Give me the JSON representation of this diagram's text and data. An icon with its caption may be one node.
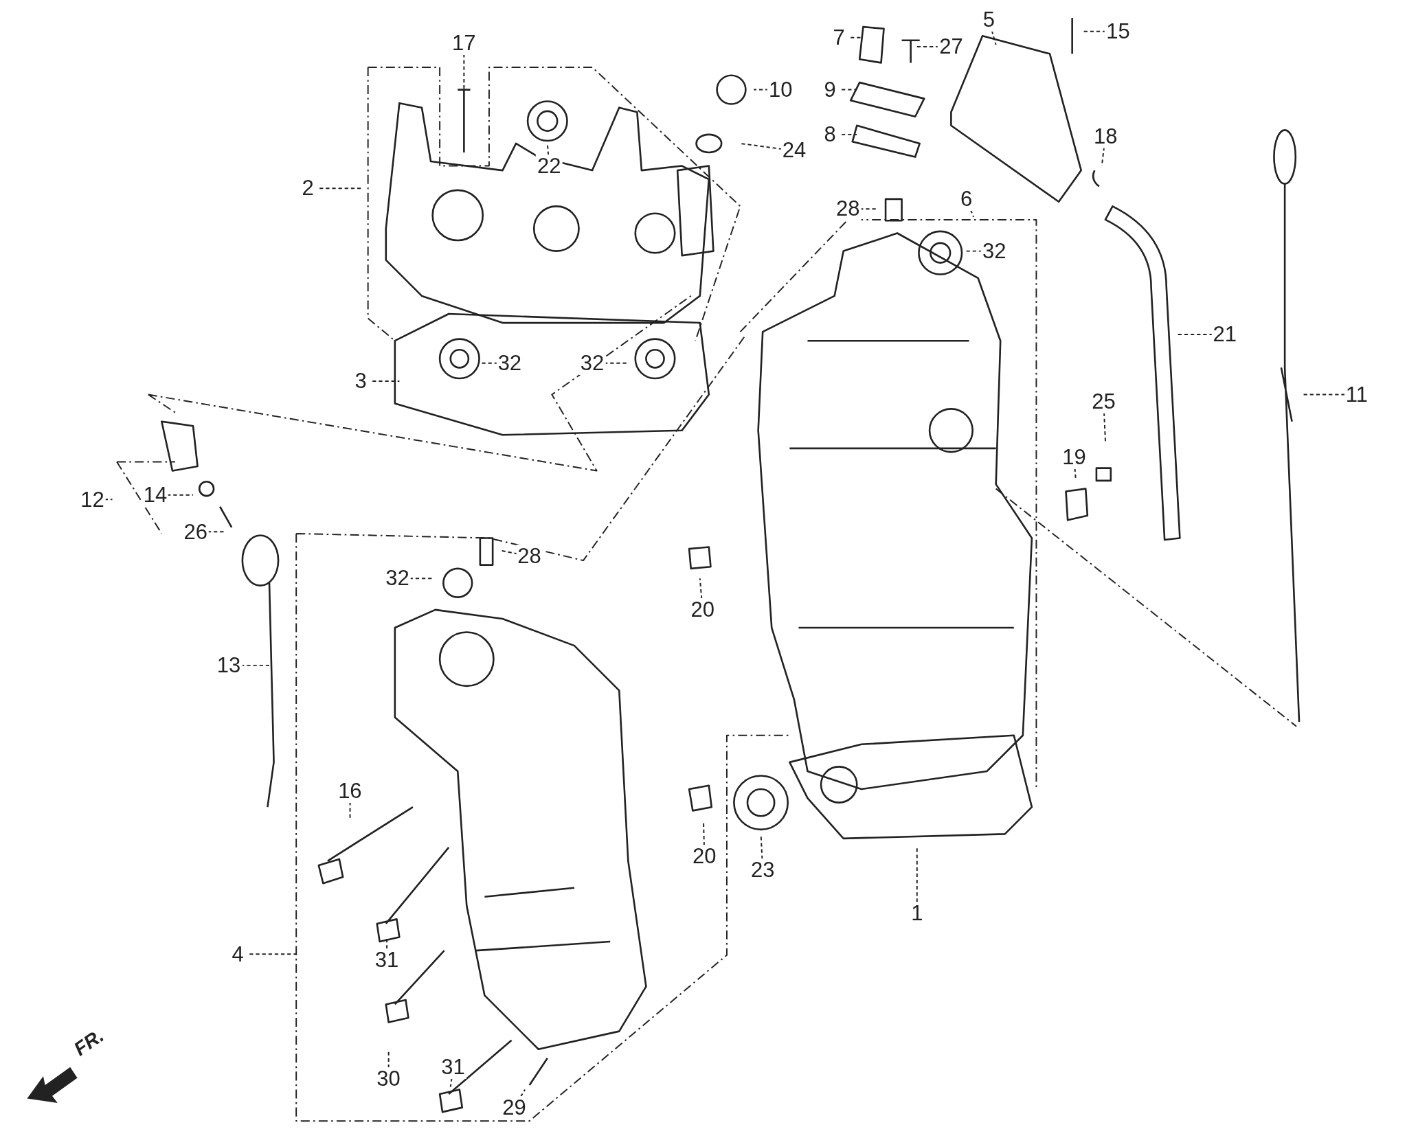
{
  "diagram": {
    "nodes": [
      {
        "text": [
          "17"
        ]
      },
      {
        "text": [
          "7"
        ]
      },
      {
        "text": [
          "27"
        ]
      },
      {
        "text": [
          "5"
        ]
      },
      {
        "text": [
          "15"
        ]
      },
      {
        "text": [
          "10"
        ]
      },
      {
        "text": [
          "2"
        ]
      },
      {
        "text": [
          "9"
        ]
      },
      {
        "text": [
          "22"
        ]
      },
      {
        "text": [
          "24"
        ]
      },
      {
        "text": [
          "8"
        ]
      },
      {
        "text": [
          "18"
        ]
      },
      {
        "text": [
          "28"
        ]
      },
      {
        "text": [
          "6"
        ]
      },
      {
        "text": [
          "32"
        ]
      },
      {
        "text": [
          "21"
        ]
      },
      {
        "text": [
          "3"
        ]
      },
      {
        "text": [
          "32"
        ]
      },
      {
        "text": [
          "32"
        ]
      },
      {
        "text": [
          "11"
        ]
      },
      {
        "text": [
          "25"
        ]
      },
      {
        "text": [
          "19"
        ]
      },
      {
        "text": [
          "12"
        ]
      },
      {
        "text": [
          "14"
        ]
      },
      {
        "text": [
          "26"
        ]
      },
      {
        "text": [
          "32"
        ]
      },
      {
        "text": [
          "28"
        ]
      },
      {
        "text": [
          "20"
        ]
      },
      {
        "text": [
          "13"
        ]
      },
      {
        "text": [
          "16"
        ]
      },
      {
        "text": [
          "20"
        ]
      },
      {
        "text": [
          "23"
        ]
      },
      {
        "text": [
          "1"
        ]
      },
      {
        "text": [
          "4"
        ]
      },
      {
        "text": [
          "31"
        ]
      },
      {
        "text": [
          "31"
        ]
      },
      {
        "text": [
          "30"
        ]
      },
      {
        "text": [
          "29"
        ]
      }
    ],
    "edges": [
      {
        "from": 0,
        "to": null,
        "arrow": "none"
      },
      {
        "from": 1,
        "to": null,
        "arrow": "none"
      },
      {
        "from": 2,
        "to": null,
        "arrow": "none"
      },
      {
        "from": 3,
        "to": null,
        "arrow": "none"
      },
      {
        "from": 4,
        "to": null,
        "arrow": "none"
      },
      {
        "from": 5,
        "to": null,
        "arrow": "none"
      },
      {
        "from": 6,
        "to": null,
        "arrow": "none"
      },
      {
        "from": 7,
        "to": null,
        "arrow": "none"
      },
      {
        "from": 8,
        "to": null,
        "arrow": "none"
      },
      {
        "from": 9,
        "to": null,
        "arrow": "none"
      },
      {
        "from": 10,
        "to": null,
        "arrow": "none"
      },
      {
        "from": 11,
        "to": null,
        "arrow": "none"
      },
      {
        "from": 12,
        "to": null,
        "arrow": "none"
      },
      {
        "from": 13,
        "to": null,
        "arrow": "none"
      },
      {
        "from": 14,
        "to": null,
        "arrow": "none"
      },
      {
        "from": 15,
        "to": null,
        "arrow": "none"
      },
      {
        "from": 16,
        "to": null,
        "arrow": "none"
      },
      {
        "from": 17,
        "to": null,
        "arrow": "none"
      },
      {
        "from": 18,
        "to": null,
        "arrow": "none"
      },
      {
        "from": 19,
        "to": null,
        "arrow": "none"
      },
      {
        "from": 20,
        "to": null,
        "arrow": "none"
      },
      {
        "from": 21,
        "to": null,
        "arrow": "none"
      },
      {
        "from": 22,
        "to": null,
        "arrow": "none"
      },
      {
        "from": 23,
        "to": null,
        "arrow": "none"
      },
      {
        "from": 24,
        "to": null,
        "arrow": "none"
      },
      {
        "from": 25,
        "to": null,
        "arrow": "none"
      },
      {
        "from": 26,
        "to": null,
        "arrow": "none"
      },
      {
        "from": 27,
        "to": null,
        "arrow": "none"
      },
      {
        "from": 28,
        "to": null,
        "arrow": "none"
      },
      {
        "from": 29,
        "to": null,
        "arrow": "none"
      },
      {
        "from": 30,
        "to": null,
        "arrow": "none"
      },
      {
        "from": 31,
        "to": null,
        "arrow": "none"
      },
      {
        "from": 32,
        "to": null,
        "arrow": "none"
      },
      {
        "from": 33,
        "to": null,
        "arrow": "none"
      },
      {
        "from": 34,
        "to": null,
        "arrow": "none"
      },
      {
        "from": 35,
        "to": null,
        "arrow": "none"
      },
      {
        "from": 36,
        "to": null,
        "arrow": "none"
      },
      {
        "from": 37,
        "to": null,
        "arrow": "none"
      }
    ],
    "labels": [
      "FR."
    ]
  }
}
